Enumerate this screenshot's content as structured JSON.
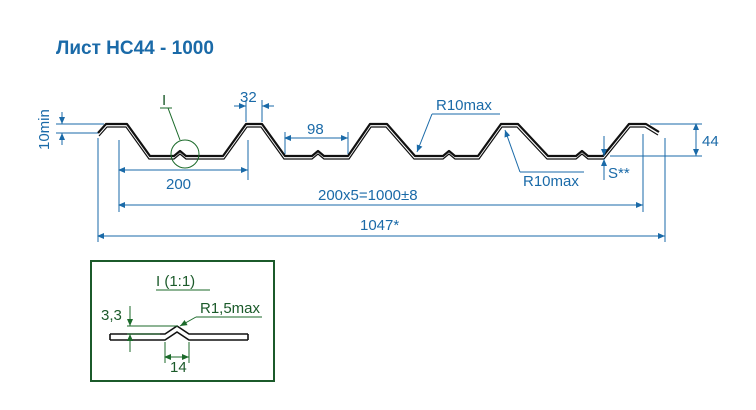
{
  "title": "Лист НС44 - 1000",
  "colors": {
    "dimension": "#1a6aa8",
    "detail": "#1b6a2a",
    "profile": "#111111"
  },
  "labels": {
    "detail_mark": "I",
    "top_width": "32",
    "rib_pitch": "200",
    "mid_rib_width": "98",
    "radius_top": "R10max",
    "radius_bottom": "R10max",
    "edge_height": "10min",
    "profile_height": "44",
    "thickness": "S**",
    "useful_width": "200x5=1000±8",
    "full_width": "1047*"
  },
  "detail": {
    "title": "I (1:1)",
    "height": "3,3",
    "radius": "R1,5max",
    "width": "14"
  }
}
